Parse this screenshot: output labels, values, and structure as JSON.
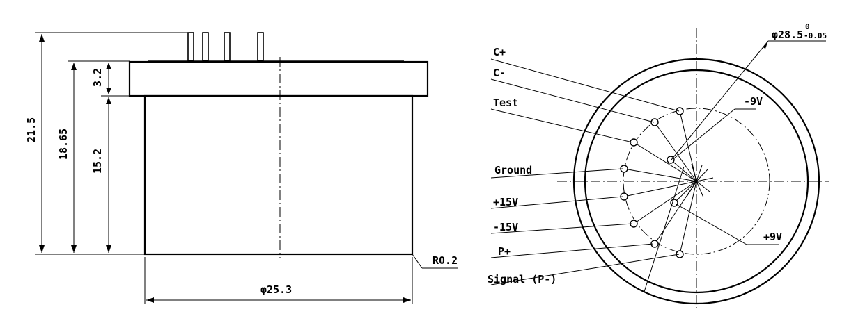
{
  "drawing": {
    "side_view": {
      "dim_total_height": "21.5",
      "dim_body_height": "18.65",
      "dim_can_height": "15.2",
      "dim_cap_height": "3.2",
      "dim_diameter": "φ25.3",
      "dim_radius": "R0.2"
    },
    "top_view": {
      "dim_outer_diameter_main": "φ28.5",
      "dim_outer_diameter_sup": "0",
      "dim_outer_diameter_sub": "-0.05",
      "pin_labels": [
        "C+",
        "C-",
        "Test",
        "Ground",
        "+15V",
        "-15V",
        "P+",
        "Signal (P-)"
      ],
      "right_labels": [
        "-9V",
        "+9V"
      ]
    }
  }
}
